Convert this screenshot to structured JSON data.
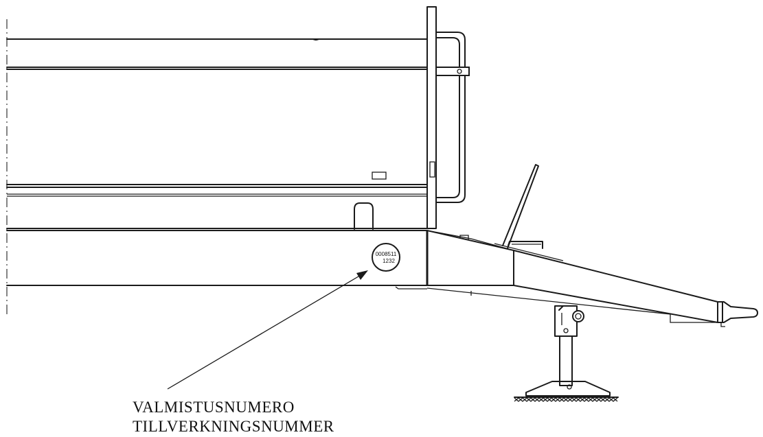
{
  "serial_plate": {
    "line1": "0008511",
    "line2": "1232"
  },
  "callout": {
    "label_fi": "VALMISTUSNUMERO",
    "label_sv": "TILLVERKNINGSNUMMER"
  }
}
